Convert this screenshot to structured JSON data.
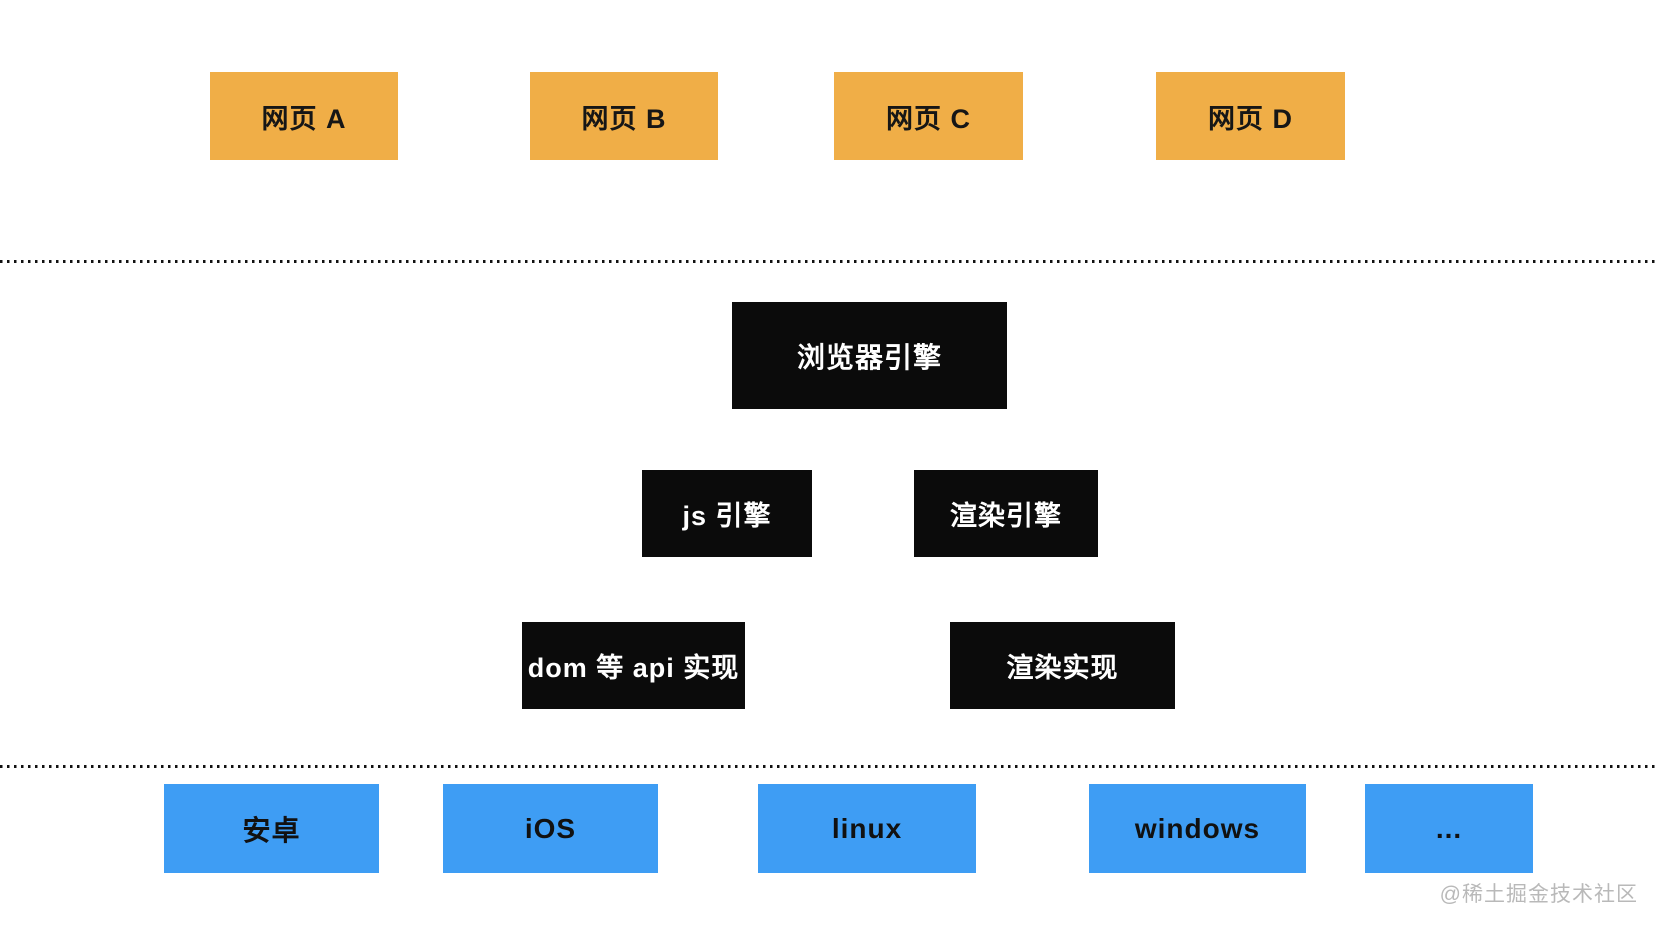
{
  "colors": {
    "webpage-box": "#F0AE47",
    "webpage-text": "#161616",
    "engine-box": "#0B0B0B",
    "engine-text": "#FFFFFF",
    "platform-box": "#3E9DF4",
    "platform-text": "#111111",
    "dot-color": "#111111",
    "watermark-text": "#B9B9B9"
  },
  "diagram": {
    "web_pages": [
      {
        "label": "网页 A"
      },
      {
        "label": "网页 B"
      },
      {
        "label": "网页 C"
      },
      {
        "label": "网页 D"
      }
    ],
    "browser_engine": {
      "label": "浏览器引擎"
    },
    "engines": [
      {
        "label": "js 引擎"
      },
      {
        "label": "渲染引擎"
      }
    ],
    "implementations": [
      {
        "label": "dom 等 api 实现"
      },
      {
        "label": "渲染实现"
      }
    ],
    "platforms": [
      {
        "label": "安卓"
      },
      {
        "label": "iOS"
      },
      {
        "label": "linux"
      },
      {
        "label": "windows"
      },
      {
        "label": "..."
      }
    ],
    "watermark": "@稀土掘金技术社区"
  }
}
